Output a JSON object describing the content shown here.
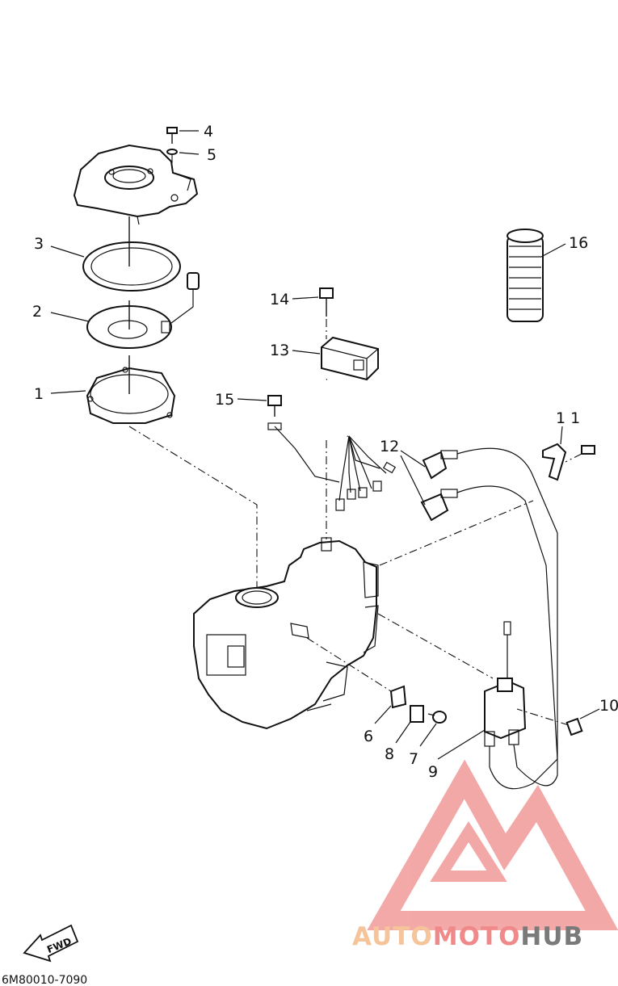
{
  "diagram": {
    "callouts": [
      {
        "id": "1",
        "text": "1"
      },
      {
        "id": "2",
        "text": "2"
      },
      {
        "id": "3",
        "text": "3"
      },
      {
        "id": "4",
        "text": "4"
      },
      {
        "id": "5",
        "text": "5"
      },
      {
        "id": "6",
        "text": "6"
      },
      {
        "id": "7",
        "text": "7"
      },
      {
        "id": "8",
        "text": "8"
      },
      {
        "id": "9",
        "text": "9"
      },
      {
        "id": "10",
        "text": "10"
      },
      {
        "id": "11",
        "text": "1 1"
      },
      {
        "id": "12",
        "text": "12"
      },
      {
        "id": "13",
        "text": "13"
      },
      {
        "id": "14",
        "text": "14"
      },
      {
        "id": "15",
        "text": "15"
      },
      {
        "id": "16",
        "text": "16"
      }
    ],
    "direction_label": "FWD",
    "drawing_code": "6M80010-7090"
  },
  "watermark": {
    "part_a": "AUTO",
    "part_b": "MOTO",
    "part_c": "HUB",
    "color_a": "#f5c49a",
    "color_b": "#f08a8a",
    "color_c": "#7a7a7a",
    "logo_color": "#f29a9a"
  }
}
